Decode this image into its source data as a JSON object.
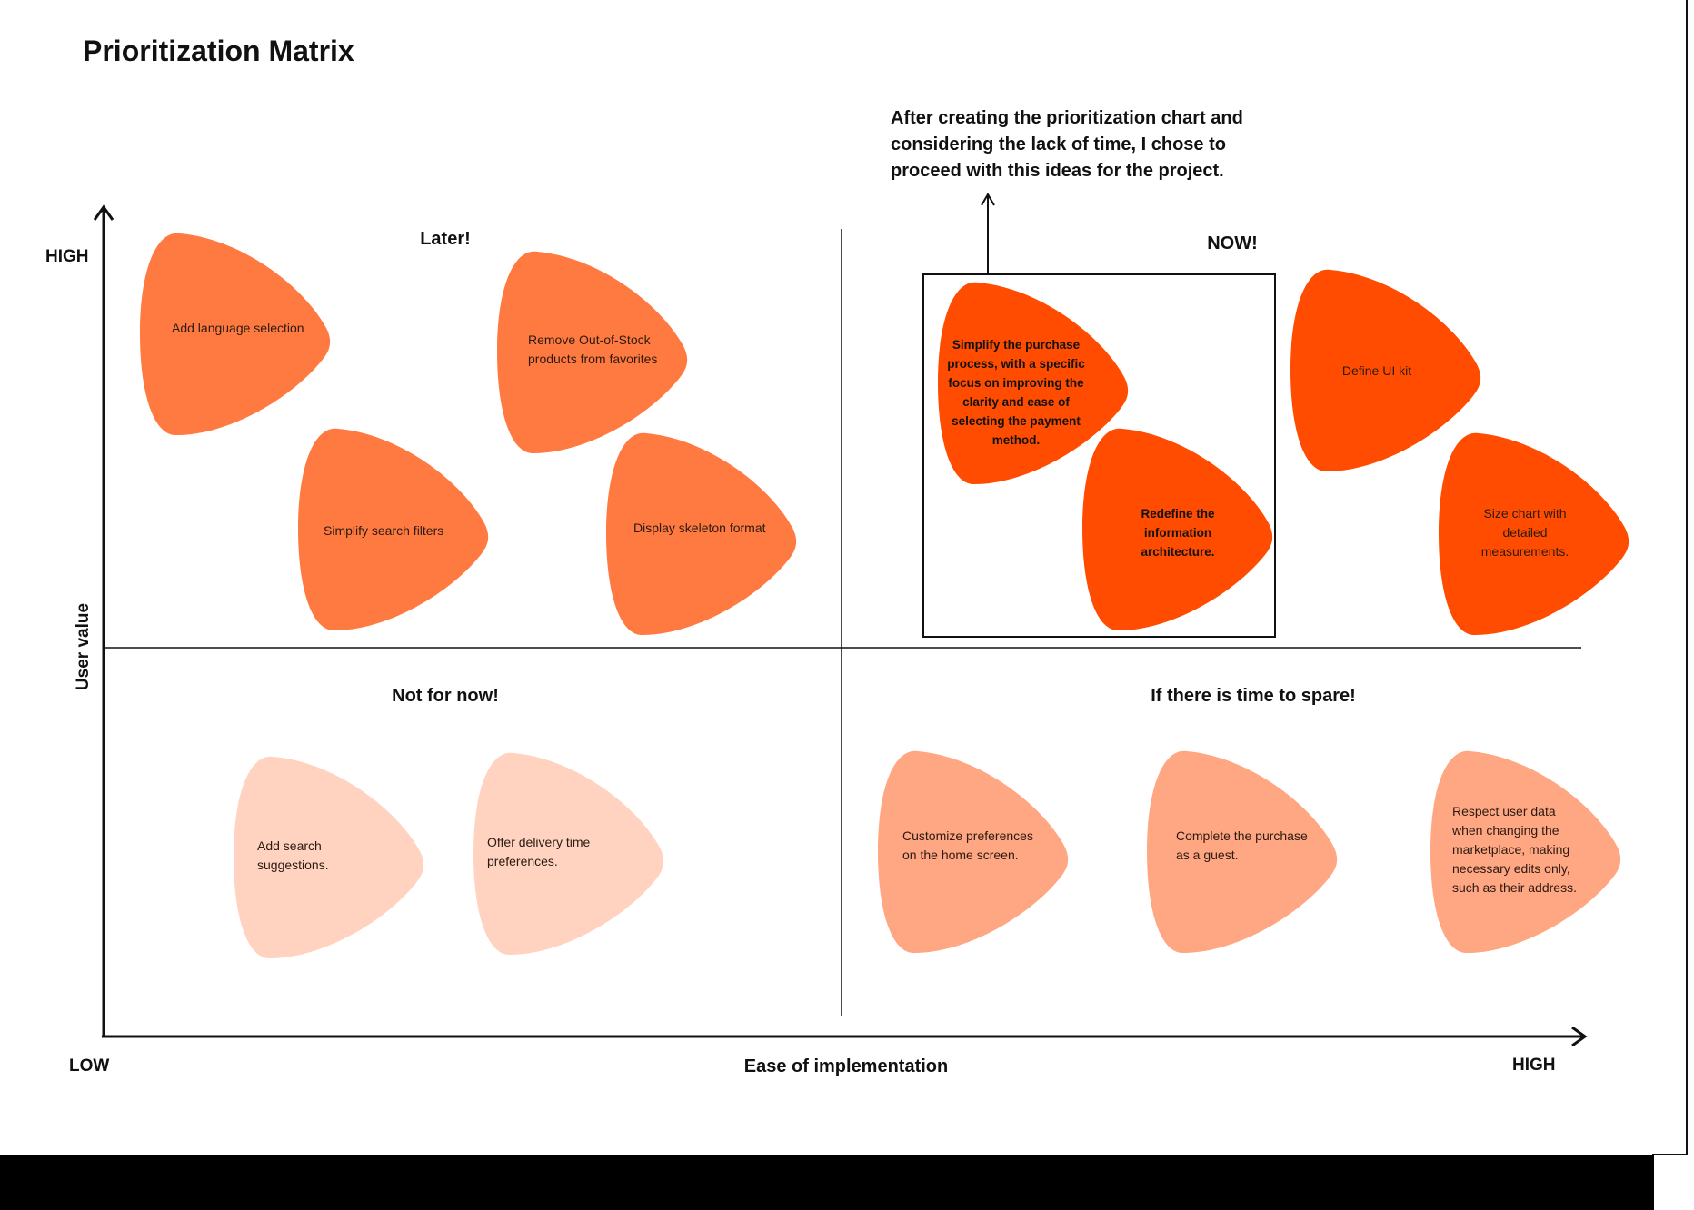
{
  "title": "Prioritization Matrix",
  "note": "After creating the prioritization chart and considering the lack of time, I chose to proceed with this ideas for the project.",
  "axes": {
    "y_title": "User value",
    "y_high": "HIGH",
    "x_title": "Ease of implementation",
    "x_low": "LOW",
    "x_high": "HIGH"
  },
  "quadrants": {
    "later": "Later!",
    "now": "NOW!",
    "not_now": "Not for now!",
    "spare": "If there is time to spare!"
  },
  "colors": {
    "later": "#FF7A40",
    "now": "#FF4C00",
    "not_now": "#FFD3C0",
    "spare": "#FFA682",
    "ink": "#111111"
  },
  "ideas": {
    "add_language": "Add language selection",
    "remove_oos": "Remove Out-of-Stock products from favorites",
    "simplify_filters": "Simplify search filters",
    "skeleton": "Display skeleton format",
    "simplify_purchase": "Simplify the purchase process, with a specific focus on improving the clarity and ease of selecting the payment method.",
    "define_ui_kit": "Define UI kit",
    "redefine_ia": "Redefine the information architecture.",
    "size_chart": "Size chart with detailed measurements.",
    "search_suggestions": "Add search suggestions.",
    "delivery_time": "Offer delivery time preferences.",
    "customize_home": "Customize preferences on the home screen.",
    "guest_purchase": "Complete the purchase as a guest.",
    "respect_data": "Respect user data when changing the marketplace, making necessary edits only, such as their address."
  }
}
